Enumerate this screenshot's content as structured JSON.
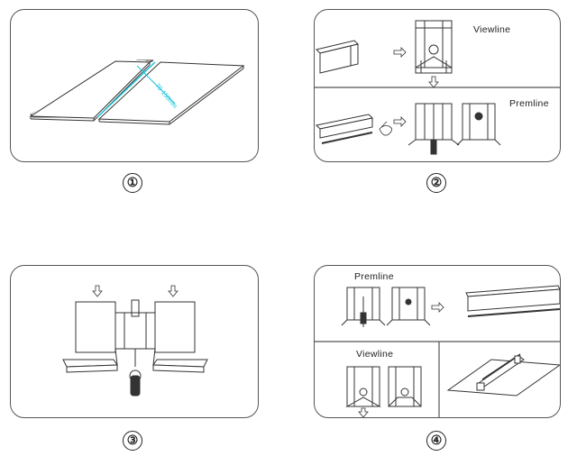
{
  "steps": [
    {
      "number": "①",
      "dimension_text": "70-150mm"
    },
    {
      "number": "②",
      "label_top": "Viewline",
      "label_bottom": "Premline"
    },
    {
      "number": "③"
    },
    {
      "number": "④",
      "label_top": "Premline",
      "label_bottom": "Viewline"
    }
  ],
  "colors": {
    "accent": "#15c2d8",
    "line": "#333333",
    "border": "#555555"
  }
}
